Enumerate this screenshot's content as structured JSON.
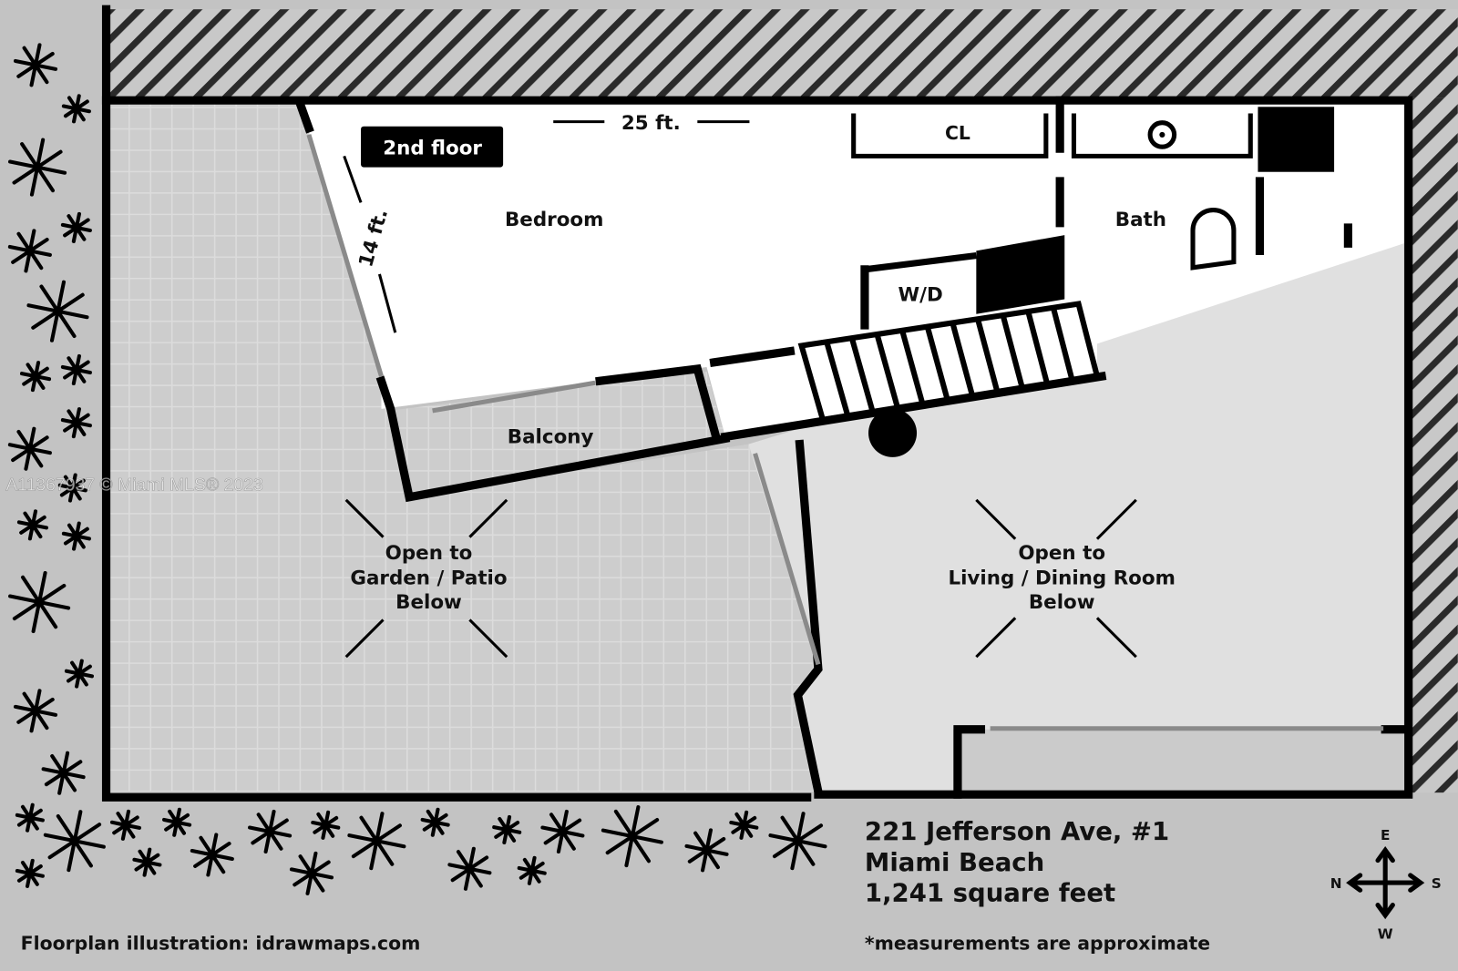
{
  "floor_badge": "2nd floor",
  "dimensions": {
    "width": "25 ft.",
    "depth": "14 ft."
  },
  "rooms": {
    "bedroom": "Bedroom",
    "closet": "CL",
    "bath": "Bath",
    "laundry": "W/D",
    "balcony": "Balcony"
  },
  "open_areas": {
    "garden": [
      "Open to",
      "Garden / Patio",
      "Below"
    ],
    "living": [
      "Open to",
      "Living / Dining Room",
      "Below"
    ]
  },
  "info": {
    "address": "221 Jefferson Ave, #1",
    "city": "Miami Beach",
    "area": "1,241 square feet",
    "note": "*measurements are approximate",
    "credit": "Floorplan illustration: idrawmaps.com"
  },
  "compass": {
    "north": "N",
    "south": "S",
    "east": "E",
    "west": "W"
  },
  "watermark": "A11367937 © Miami MLS® 2023",
  "colors": {
    "background": "#c3c3c3",
    "wall": "#000000",
    "living": "#e0e0e0",
    "garden": "#cfcfcf",
    "bedroom": "#ffffff"
  }
}
